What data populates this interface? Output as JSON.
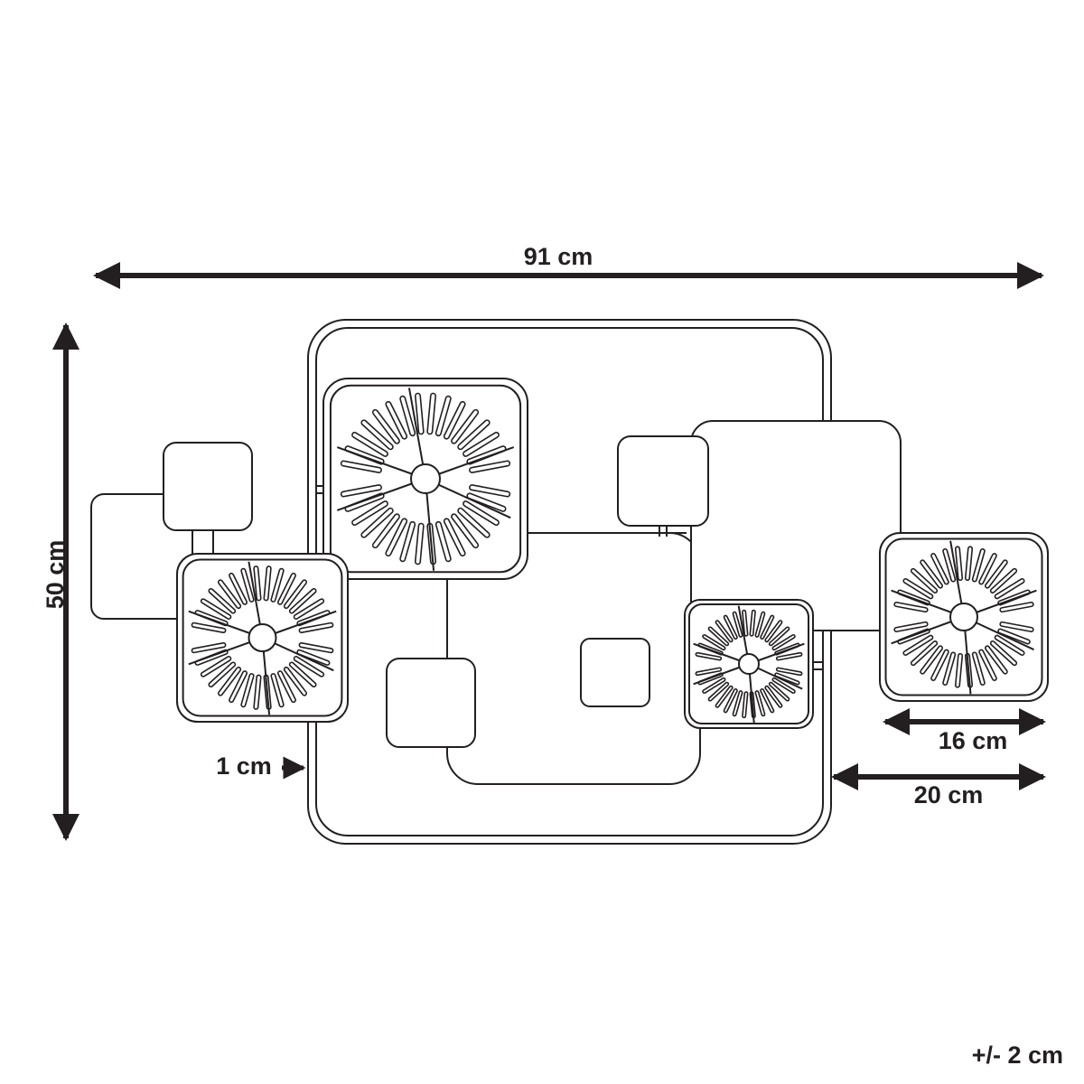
{
  "drawing": {
    "line_color": "#231f20",
    "background": "#ffffff"
  },
  "dimensions": {
    "width": "91 cm",
    "height": "50 cm",
    "thickness": "1 cm",
    "medallion": "16 cm",
    "right_offset": "20 cm",
    "tolerance": "+/- 2 cm"
  }
}
